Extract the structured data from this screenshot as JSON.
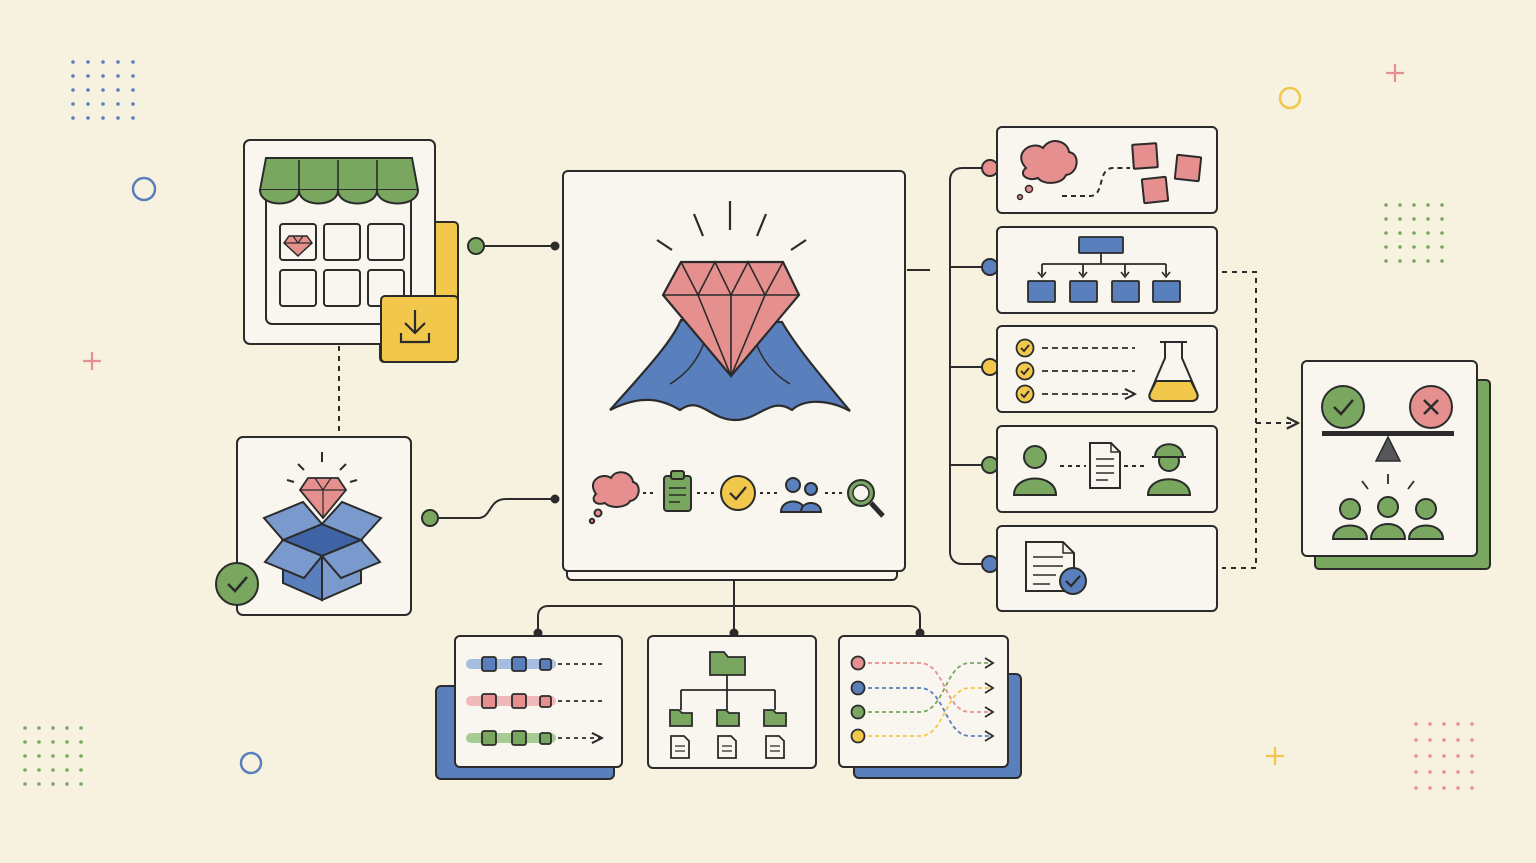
{
  "palette": {
    "background": "#f7f1df",
    "card": "#f8f6ee",
    "ink": "#2b2b2b",
    "green": "#79a760",
    "blue": "#5a7fbd",
    "pink": "#e58f8f",
    "yellow": "#f1c84b",
    "shadow_blue": "#5a7fbd",
    "shadow_green": "#79a760"
  },
  "diagram": {
    "center_card": {
      "icon": "gem-on-cape-icon",
      "steps": [
        "thought-bubble-icon",
        "clipboard-icon",
        "check-circle-icon",
        "people-icon",
        "magnifier-icon"
      ]
    },
    "left_cards": [
      {
        "id": "storefront",
        "icons": [
          "storefront-icon",
          "gem-icon",
          "download-icon"
        ]
      },
      {
        "id": "unboxing",
        "icons": [
          "open-box-icon",
          "gem-icon",
          "check-circle-icon"
        ]
      }
    ],
    "right_cards": [
      {
        "id": "ideation",
        "icons": [
          "thought-bubble-icon",
          "sticky-notes-icon"
        ]
      },
      {
        "id": "hierarchy",
        "icons": [
          "org-chart-icon"
        ]
      },
      {
        "id": "experiments",
        "icons": [
          "checklist-icon",
          "flask-icon"
        ]
      },
      {
        "id": "handoff",
        "icons": [
          "person-icon",
          "document-icon",
          "worker-icon"
        ]
      },
      {
        "id": "approved-doc",
        "icons": [
          "document-check-icon"
        ]
      }
    ],
    "decision_card": {
      "icons": [
        "check-circle-icon",
        "x-circle-icon",
        "balance-scale-icon",
        "group-icon"
      ]
    },
    "bottom_cards": [
      {
        "id": "pipelines",
        "icons": [
          "pipeline-rows-icon"
        ]
      },
      {
        "id": "file-tree",
        "icons": [
          "folder-tree-icon"
        ]
      },
      {
        "id": "crossing-flows",
        "icons": [
          "crossing-arrows-icon"
        ]
      }
    ]
  }
}
